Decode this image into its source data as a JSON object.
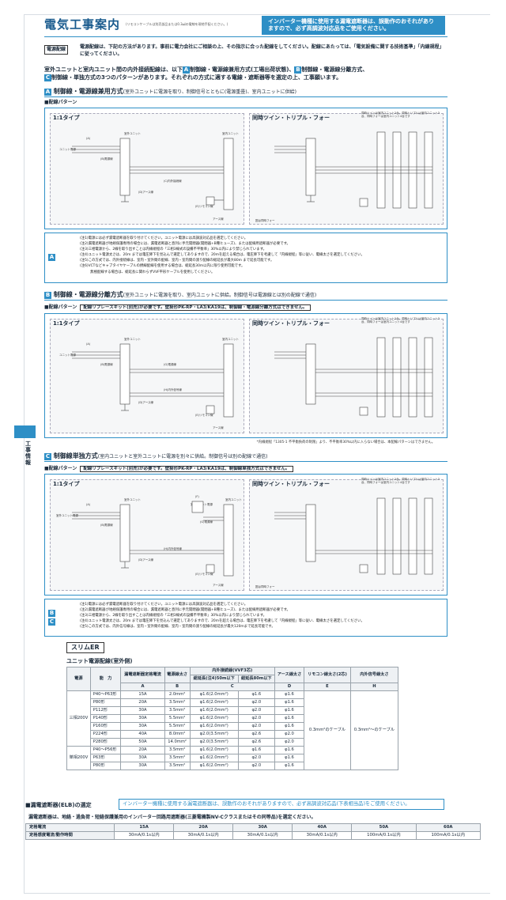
{
  "header": {
    "title": "電気工事案内",
    "title_note": "(リモコンケーブルは別売部品または0.3㎟の電線を現地手配ください。)",
    "warning": "インバーター機種に使用する漏電遮断器は、誤動作のおそれがありますので、必ず高調波対応品をご使用ください。"
  },
  "intro": {
    "tag": "電源配線",
    "text": "電源配線は、下記の方法があります。事前に電力会社にご相談の上、その指示に合った配線をしてください。配線にあたっては、「電気設備に関する技術基準」「内線規程」に従ってください。",
    "pattern_line1a": "室外ユニットと室内ユニット間の内外接続配線は、以下",
    "pattern_line1b": "制御線・電源線兼用方式(工場出荷状態)、",
    "pattern_line1c": "制御線・電源線分離方式、",
    "pattern_line2a": "制御線・単独方式の3つのパターンがあります。それぞれの方式に適する電線・遮断器等を選定の上、工事願います。",
    "letters": [
      "A",
      "B",
      "C"
    ]
  },
  "sections": [
    {
      "letter": "A",
      "heading": "制御線・電源線兼用方式",
      "sub": "(室外ユニットに電源を取り、制御信号とともに(電源重畳)、室内ユニットに供給)",
      "pattern_label": "■配線パターン",
      "pattern_box": "",
      "left_title": "1:1タイプ",
      "right_title": "同時ツイン・トリプル・フォー",
      "right_note": "同時ツインは室内ユニット2台、同時トリプルは室内ユニット3台、同時フォーは室内ユニット4台です",
      "fig_note": "図は同時フォー",
      "labels": [
        "ユニット電源",
        "(A)",
        "(B)電源線",
        "(C)内外接続線",
        "(D)アース線",
        "(E)リモコン線",
        "室外ユニット",
        "室内ユニット",
        "アース線"
      ]
    },
    {
      "letter": "B",
      "heading": "制御線・電源線分離方式",
      "sub": "(室外ユニットに電源を取り、室内ユニットに供給。制御信号は電源線とは別の配線で通信)",
      "pattern_label": "■配線パターン",
      "pattern_box": "配線リプレースキット(別売)が必要です。壁掛形PK-RP・LA3/KA19は、制御線・電源線分離方式はできません。",
      "left_title": "1:1タイプ",
      "right_title": "同時ツイン・トリプル・フォー",
      "right_note": "同時ツインは室内ユニット2台、同時トリプルは室内ユニット3台、同時フォーは室内ユニット4台です",
      "fig_note": "図は同時フォー",
      "labels": [
        "ユニット電源",
        "(A)",
        "(B)電源線",
        "(G)電源線",
        "(H)内外信号線",
        "(D)アース線",
        "(E)リモコン線",
        "室外ユニット",
        "室内ユニット",
        "アース線"
      ]
    },
    {
      "letter": "C",
      "heading": "制御線単独方式",
      "sub": "(室内ユニットと室外ユニットに電源を別々に供給。制御信号は別の配線で通信)",
      "pattern_label": "■配線パターン",
      "pattern_box": "配線リプレースキット(別売)が必要です。壁掛形PK-RP・LA3/KA19は、制御線単独方式はできません。",
      "left_title": "1:1タイプ",
      "right_title": "同時ツイン・トリプル・フォー",
      "right_note": "同時ツインは室内ユニット2台、同時トリプルは室内ユニット3台、同時フォーは室内ユニット4台です",
      "fig_note": "図は同時フォー",
      "labels": [
        "室外ユニット電源",
        "室内ユニット電源",
        "(A)",
        "(B)電源線",
        "(F)",
        "(G)電源線",
        "(H)内外信号線",
        "(D)アース線",
        "(E)リモコン線",
        "室外ユニット",
        "室内ユニット",
        "アース線"
      ]
    }
  ],
  "notes_a": [
    "(注1)電源には必ず漏電遮断器を取り付けてください。ユニット電源には高調波対応品を選定してください。",
    "(注2)漏電遮断器が地絡保護専用の場合には、漏電遮断器と直列に手元開閉器(開閉器+B種ヒューズ)、または配線用遮断器が必要です。",
    "(注3)三相電源から、2線を取り出すことは内線規程の「三相3線式の設備不平衡率」30%以内により禁じられています。",
    "(注4)ユニット電源太さは、20m までは電圧降下を見込んで選定してありますので、20mを超える場合は、電圧降下を考慮して「内線規程」等に従い、電線太さを選定してください。",
    "(注5)この方式では、内外接続線は、室内・室外間の配線、室内・室内間の渡り配線の総延長が最大80m まで延長可能です。",
    "(注6)VCTなどキャブタイヤケーブルの撚線配線を使用する場合は、総延長30m以内に限り使用可能です。",
    "　　　無極配線する場合は、総延長に関わらずVVF平形ケーブルを使用してください。"
  ],
  "notes_bc": [
    "(注1)電源には必ず漏電遮断器を取り付けてください。ユニット電源には高調波対応品を選定してください。",
    "(注2)漏電遮断器が地絡保護専用の場合には、漏電遮断器と直列に手元開閉器(開閉器+B種ヒューズ)、または配線用遮断器が必要です。",
    "(注3)三相電源から、2線を取り出すことは内線規程の「三相3線式の設備不平衡率」30%以内により禁じられています。",
    "(注4)ユニット電源太さは、20m までは電圧降下を見込んで選定してありますので、20mを超える場合は、電圧降下を考慮して「内線規程」等に従い、電線太さを選定してください。",
    "(注5)この方式では、内外信号線は、室内・室外間の配線、室内・室内間の渡り配線の総延長が最大120mまで延長可能です。"
  ],
  "b_footnote": "*内線規程「1305-1 不平衡負荷の制限」より、不平衡率30%以内に入らない場合は、本配線パターンはできません。",
  "side_tab": "工事情報",
  "slim": {
    "badge": "スリムER",
    "table_title": "ユニット電源配線(室外側)",
    "col_headers": {
      "power": "電源",
      "capacity": "能　力",
      "breaker": "漏電遮断器定格電流",
      "wire": "電源線太さ",
      "vvf_group": "内外接続線(VVF3芯)",
      "vvf50": "総延長(注4)50m以下",
      "vvf80": "総延長80m以下",
      "earth": "アース線太さ",
      "remote": "リモコン線太さ(2芯)",
      "signal": "内外信号線太さ"
    },
    "letters": [
      "A",
      "B",
      "C",
      "D",
      "E",
      "H"
    ],
    "group_three": "三相200V",
    "group_single": "単相200V",
    "remote_val": "0.3mm²のケーブル",
    "signal_val": "0.3mm²〜のケーブル",
    "rows": [
      [
        "P40〜P63形",
        "15A",
        "2.0mm²",
        "φ1.6(2.0mm²)",
        "φ1.6",
        "φ1.6"
      ],
      [
        "P80形",
        "20A",
        "3.5mm²",
        "φ1.6(2.0mm²)",
        "φ2.0",
        "φ1.6"
      ],
      [
        "P112形",
        "30A",
        "3.5mm²",
        "φ1.6(2.0mm²)",
        "φ2.0",
        "φ1.6"
      ],
      [
        "P140形",
        "30A",
        "5.5mm²",
        "φ1.6(2.0mm²)",
        "φ2.0",
        "φ1.6"
      ],
      [
        "P160形",
        "30A",
        "5.5mm²",
        "φ1.6(2.0mm²)",
        "φ2.0",
        "φ1.6"
      ],
      [
        "P224形",
        "40A",
        "8.0mm²",
        "φ2.0(3.5mm²)",
        "φ2.6",
        "φ2.0"
      ],
      [
        "P280形",
        "50A",
        "14.0mm²",
        "φ2.0(3.5mm²)",
        "φ2.6",
        "φ2.0"
      ],
      [
        "P40〜P56形",
        "20A",
        "3.5mm²",
        "φ1.6(2.0mm²)",
        "φ1.6",
        "φ1.6"
      ],
      [
        "P63形",
        "30A",
        "3.5mm²",
        "φ1.6(2.0mm²)",
        "φ2.0",
        "φ1.6"
      ],
      [
        "P80形",
        "30A",
        "3.5mm²",
        "φ1.6(2.0mm²)",
        "φ2.0",
        "φ1.6"
      ]
    ]
  },
  "elb": {
    "heading": "■漏電遮断器(ELB)の選定",
    "box": "インバーター機種に使用する漏電遮断器は、誤動作のおそれがありますので、必ず高調波対応品(下表相当品)をご使用ください。",
    "desc": "漏電遮断器は、地絡・過負荷・短絡保護兼用のインバーター回路用遮断器(三菱電機製NV-Cクラスまたはその同等品)を選定ください。",
    "row1_label": "定格電流",
    "row2_label": "定格感度電流/動作時間",
    "currents": [
      "15A",
      "20A",
      "30A",
      "40A",
      "50A",
      "60A"
    ],
    "sensitivities": [
      "30mA/0.1s以内",
      "30mA/0.1s以内",
      "30mA/0.1s以内",
      "30mA/0.1s以内",
      "100mA/0.1s以内",
      "100mA/0.1s以内"
    ]
  },
  "colors": {
    "accent": "#2e8fc6",
    "text": "#1b2a3a",
    "panel": "#f6f7f8"
  }
}
